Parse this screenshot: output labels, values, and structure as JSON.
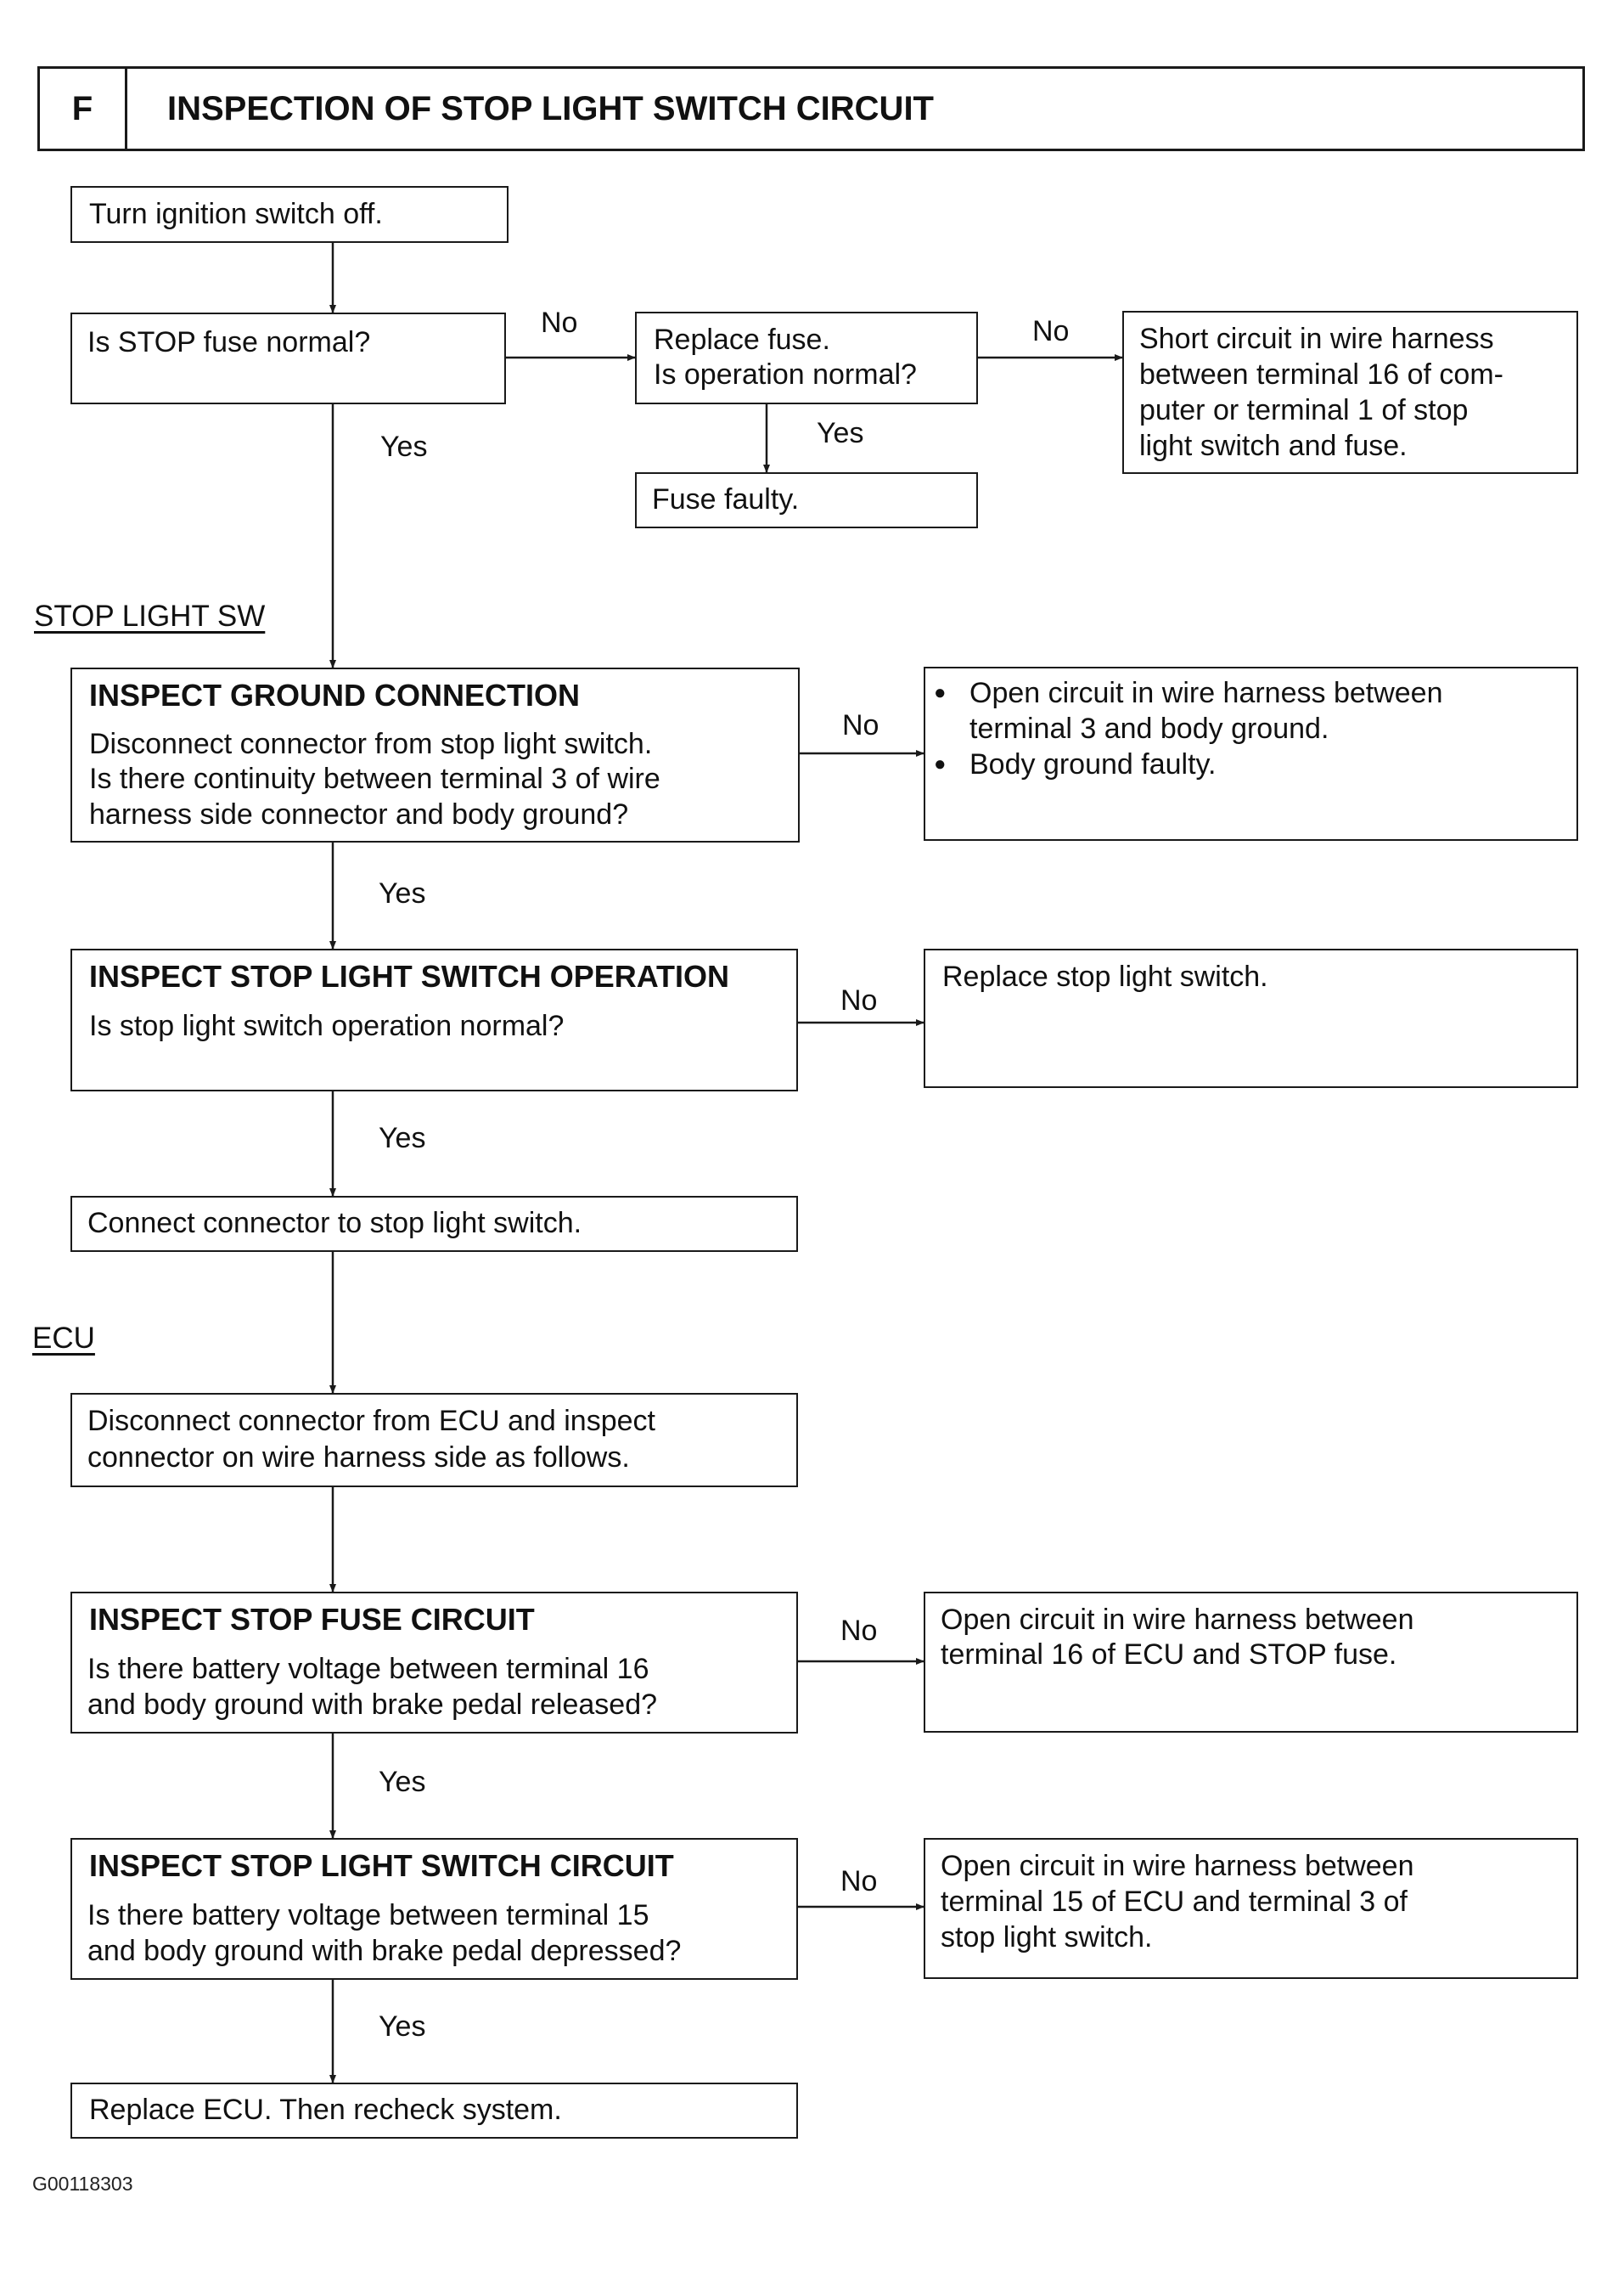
{
  "header": {
    "letter": "F",
    "title": "INSPECTION OF STOP LIGHT SWITCH CIRCUIT"
  },
  "sections": {
    "stop_light_sw": "STOP LIGHT SW",
    "ecu": "ECU"
  },
  "labels": {
    "yes": "Yes",
    "no": "No"
  },
  "steps": {
    "turn_off": "Turn ignition switch off.",
    "stop_fuse_normal": "Is STOP fuse normal?",
    "replace_fuse": [
      "Replace fuse.",
      "Is operation normal?"
    ],
    "fuse_faulty": "Fuse faulty.",
    "short_circuit": [
      "Short circuit in wire harness",
      "between terminal 16 of com-",
      "puter or terminal 1 of stop",
      "light switch and fuse."
    ],
    "ground": {
      "title": "INSPECT GROUND CONNECTION",
      "lines": [
        "Disconnect connector from stop light switch.",
        "Is there continuity between terminal 3 of wire",
        "harness side connector and body ground?"
      ]
    },
    "ground_fail": [
      "Open circuit in wire harness between",
      "terminal 3 and body ground.",
      "Body ground faulty."
    ],
    "switch_op": {
      "title": "INSPECT STOP LIGHT SWITCH OPERATION",
      "lines": [
        "Is stop light switch operation normal?"
      ]
    },
    "replace_switch": "Replace stop light switch.",
    "connect_switch": "Connect connector to stop light switch.",
    "disconnect_ecu": [
      "Disconnect connector from ECU and inspect",
      "connector on wire harness side as follows."
    ],
    "fuse_circuit": {
      "title": "INSPECT STOP FUSE CIRCUIT",
      "lines": [
        "Is there battery voltage between terminal 16",
        "and body ground with brake pedal released?"
      ]
    },
    "fuse_circuit_fail": [
      "Open circuit in wire harness between",
      "terminal 16 of ECU and STOP fuse."
    ],
    "switch_circuit": {
      "title": "INSPECT STOP LIGHT SWITCH CIRCUIT",
      "lines": [
        "Is there battery voltage between terminal 15",
        "and body ground with brake pedal depressed?"
      ]
    },
    "switch_circuit_fail": [
      "Open circuit in wire harness between",
      "terminal 15 of ECU and terminal 3 of",
      "stop light switch."
    ],
    "replace_ecu": "Replace ECU. Then recheck system."
  },
  "figure_id": "G00118303"
}
